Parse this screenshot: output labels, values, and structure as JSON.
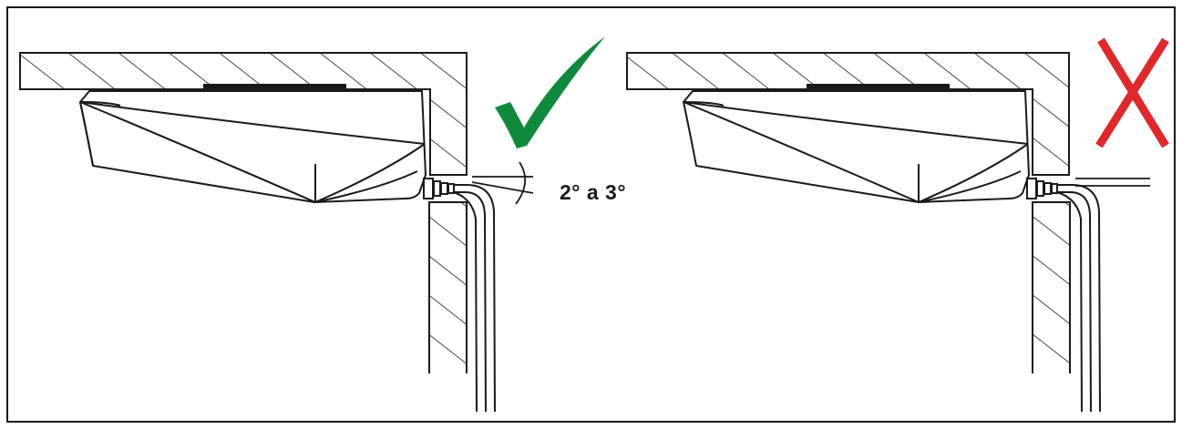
{
  "diagram": {
    "panels": [
      {
        "id": "correct",
        "status_icon": "checkmark-icon",
        "status_color": "#0f8a3c",
        "drain_angle_label": "2° a 3°"
      },
      {
        "id": "incorrect",
        "status_icon": "cross-icon",
        "status_color": "#e0282a"
      }
    ],
    "line_color": "#1a1a1a"
  }
}
